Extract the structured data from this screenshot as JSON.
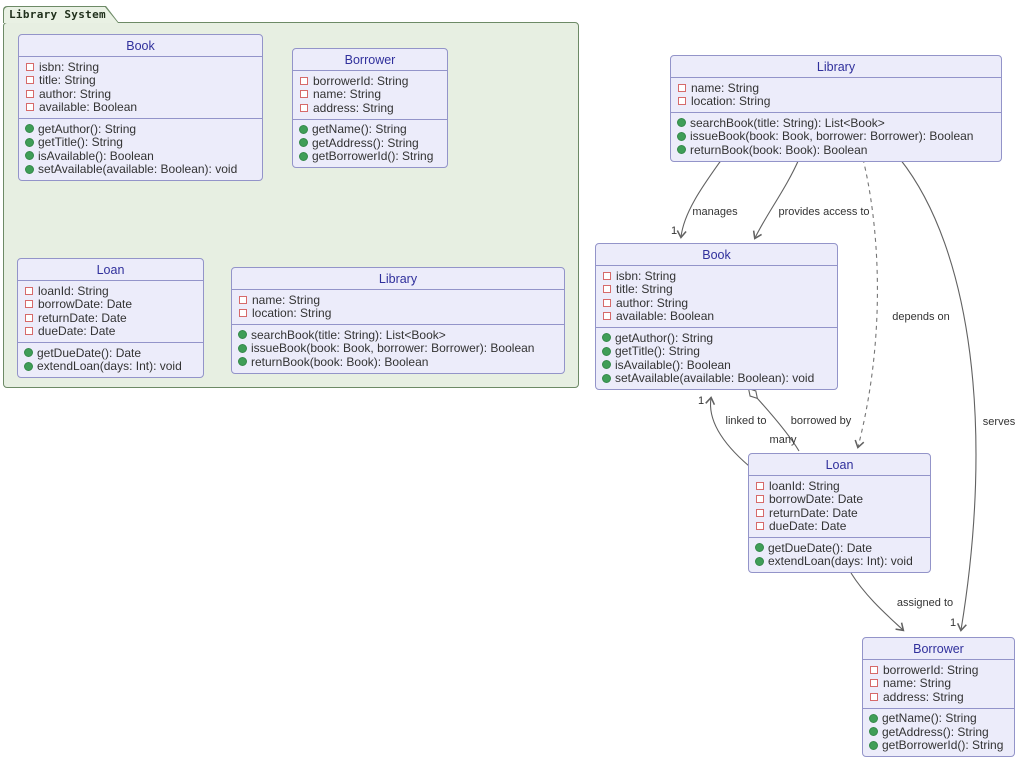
{
  "package": {
    "label": "Library System"
  },
  "classes": {
    "book": {
      "title": "Book",
      "attrs": [
        "isbn: String",
        "title: String",
        "author: String",
        "available: Boolean"
      ],
      "methods": [
        "getAuthor(): String",
        "getTitle(): String",
        "isAvailable(): Boolean",
        "setAvailable(available: Boolean): void"
      ]
    },
    "borrower": {
      "title": "Borrower",
      "attrs": [
        "borrowerId: String",
        "name: String",
        "address: String"
      ],
      "methods": [
        "getName(): String",
        "getAddress(): String",
        "getBorrowerId(): String"
      ]
    },
    "loan": {
      "title": "Loan",
      "attrs": [
        "loanId: String",
        "borrowDate: Date",
        "returnDate: Date",
        "dueDate: Date"
      ],
      "methods": [
        "getDueDate(): Date",
        "extendLoan(days: Int): void"
      ]
    },
    "library": {
      "title": "Library",
      "attrs": [
        "name: String",
        "location: String"
      ],
      "methods": [
        "searchBook(title: String): List<Book>",
        "issueBook(book: Book, borrower: Borrower): Boolean",
        "returnBook(book: Book): Boolean"
      ]
    }
  },
  "edges": [
    {
      "id": "manages",
      "label": "manages",
      "from": "Library",
      "to": "Book",
      "line": "solid",
      "end": "arrow",
      "target_multiplicity": "1"
    },
    {
      "id": "provides-access-to",
      "label": "provides access to",
      "from": "Library",
      "to": "Book",
      "line": "solid",
      "end": "arrow"
    },
    {
      "id": "depends-on",
      "label": "depends on",
      "from": "Library",
      "to": "Loan",
      "line": "dashed",
      "end": "arrow"
    },
    {
      "id": "serves",
      "label": "serves",
      "from": "Library",
      "to": "Borrower",
      "line": "solid",
      "end": "arrow",
      "target_multiplicity": "1"
    },
    {
      "id": "linked-to",
      "label": "linked to",
      "from": "Loan",
      "to": "Book",
      "line": "solid",
      "end": "arrow",
      "target_multiplicity": "1"
    },
    {
      "id": "borrowed-by",
      "label": "borrowed by",
      "from": "Book",
      "to": "Loan",
      "line": "solid",
      "end": "diamond",
      "target_multiplicity": "many"
    },
    {
      "id": "assigned-to",
      "label": "assigned to",
      "from": "Loan",
      "to": "Borrower",
      "line": "solid",
      "end": "arrow"
    }
  ],
  "colors": {
    "class_fill": "#ececfa",
    "class_border": "#9394c9",
    "class_title": "#30309c",
    "package_fill": "#e7efe2",
    "package_border": "#6d8a66",
    "field_icon": "#d66a6a",
    "method_icon": "#3f9e57",
    "edge": "#616161"
  }
}
